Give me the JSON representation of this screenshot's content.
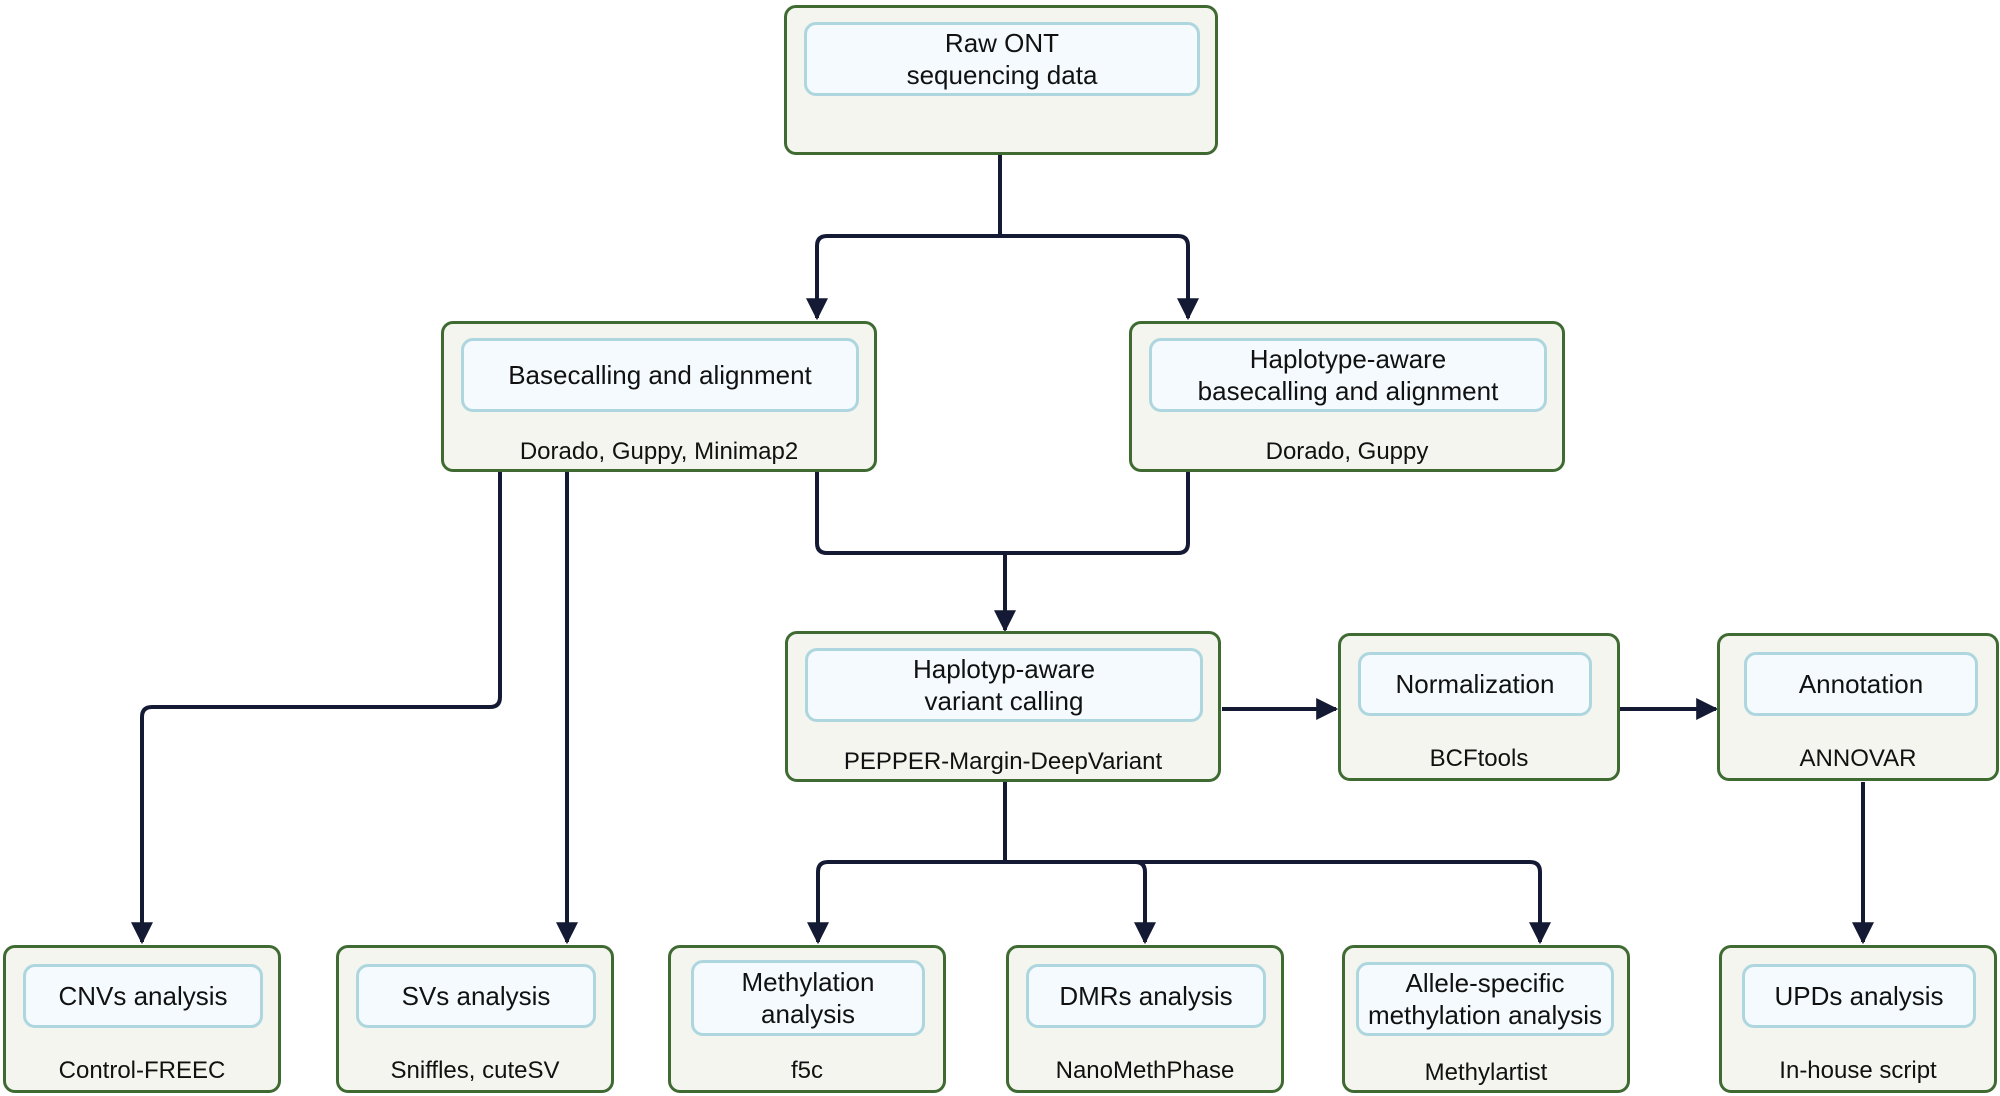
{
  "colors": {
    "node_border": "#3f6b33",
    "node_fill": "#f3f5ee",
    "title_border": "#aed6df",
    "title_fill": "#f4fafd",
    "connector": "#141a33"
  },
  "nodes": {
    "raw_data": {
      "title": "Raw ONT\nsequencing data",
      "tools": ""
    },
    "basecalling": {
      "title": "Basecalling and alignment",
      "tools": "Dorado, Guppy, Minimap2"
    },
    "haplotype_basecalling": {
      "title": "Haplotype-aware\nbasecalling and alignment",
      "tools": "Dorado, Guppy"
    },
    "variant_calling": {
      "title": "Haplotyp-aware\nvariant calling",
      "tools": "PEPPER-Margin-DeepVariant"
    },
    "normalization": {
      "title": "Normalization",
      "tools": "BCFtools"
    },
    "annotation": {
      "title": "Annotation",
      "tools": "ANNOVAR"
    },
    "cnv": {
      "title": "CNVs analysis",
      "tools": "Control-FREEC"
    },
    "sv": {
      "title": "SVs analysis",
      "tools": "Sniffles, cuteSV"
    },
    "methylation": {
      "title": "Methylation\nanalysis",
      "tools": "f5c"
    },
    "dmr": {
      "title": "DMRs analysis",
      "tools": "NanoMethPhase"
    },
    "allele_methylation": {
      "title": "Allele-specific\nmethylation analysis",
      "tools": "Methylartist"
    },
    "upd": {
      "title": "UPDs analysis",
      "tools": "In-house script"
    }
  }
}
